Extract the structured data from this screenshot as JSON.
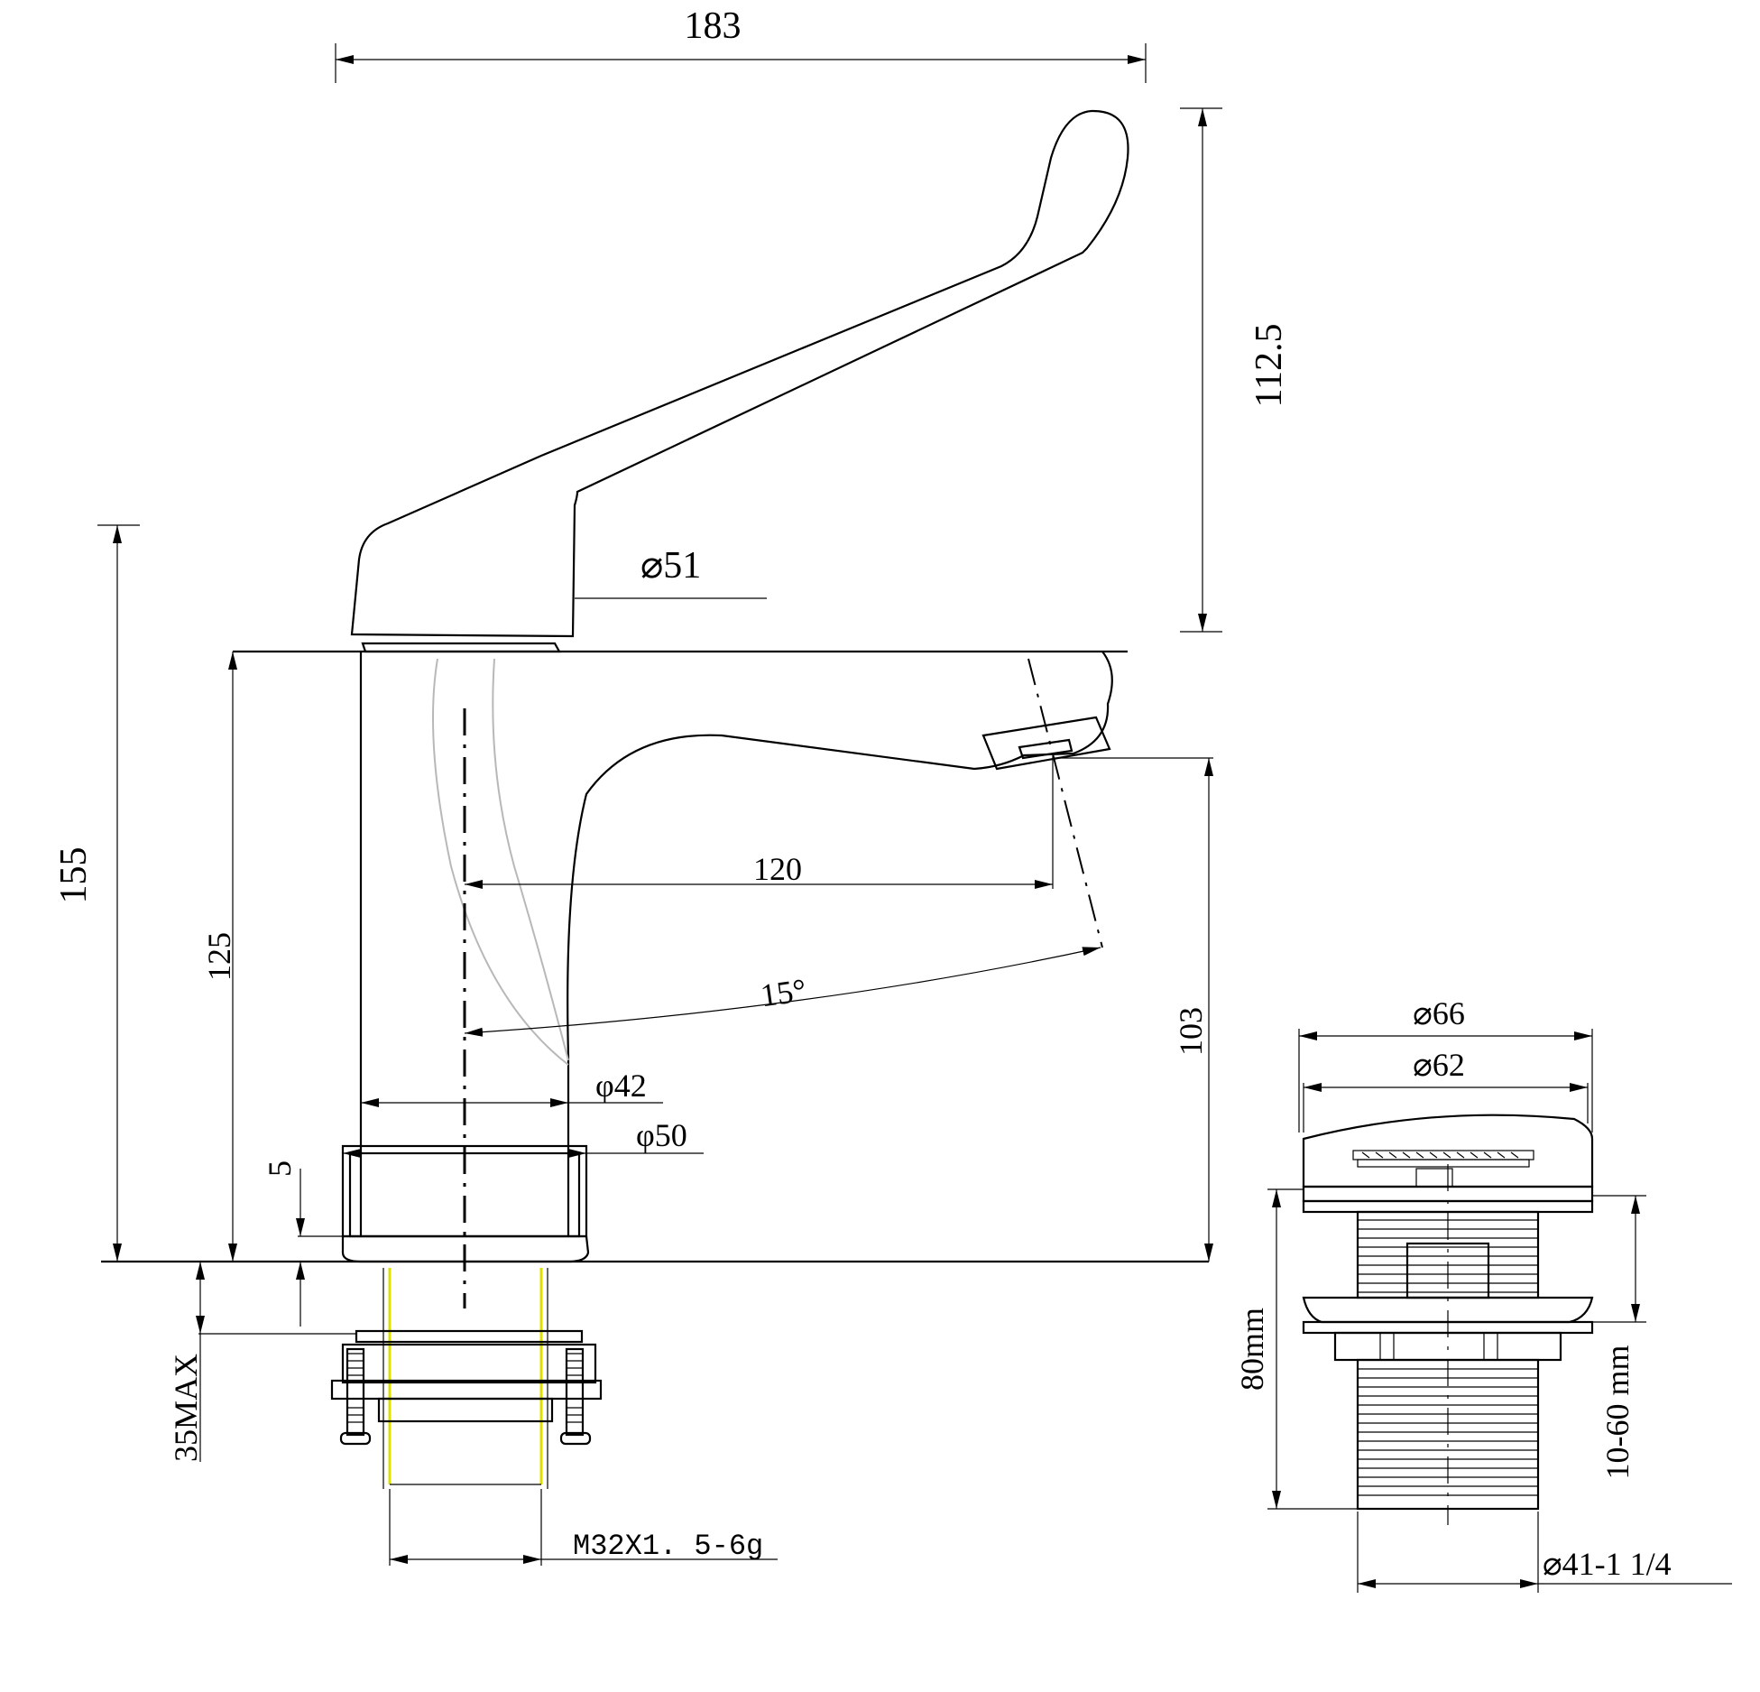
{
  "faucet": {
    "dims": {
      "overall_width": "183",
      "handle_height": "112.5",
      "handle_diameter": "⌀51",
      "overall_height": "155",
      "body_height": "125",
      "spout_reach": "120",
      "swivel_angle": "15°",
      "outlet_height": "103",
      "body_diameter": "φ42",
      "base_diameter": "φ50",
      "base_thickness": "5",
      "max_deck": "35MAX",
      "thread": "M32X1. 5-6g"
    }
  },
  "waste": {
    "dims": {
      "cap_outer": "⌀66",
      "cap_inner": "⌀62",
      "length": "80mm",
      "range": "10-60 mm",
      "thread": "⌀41-1 1/4"
    }
  }
}
